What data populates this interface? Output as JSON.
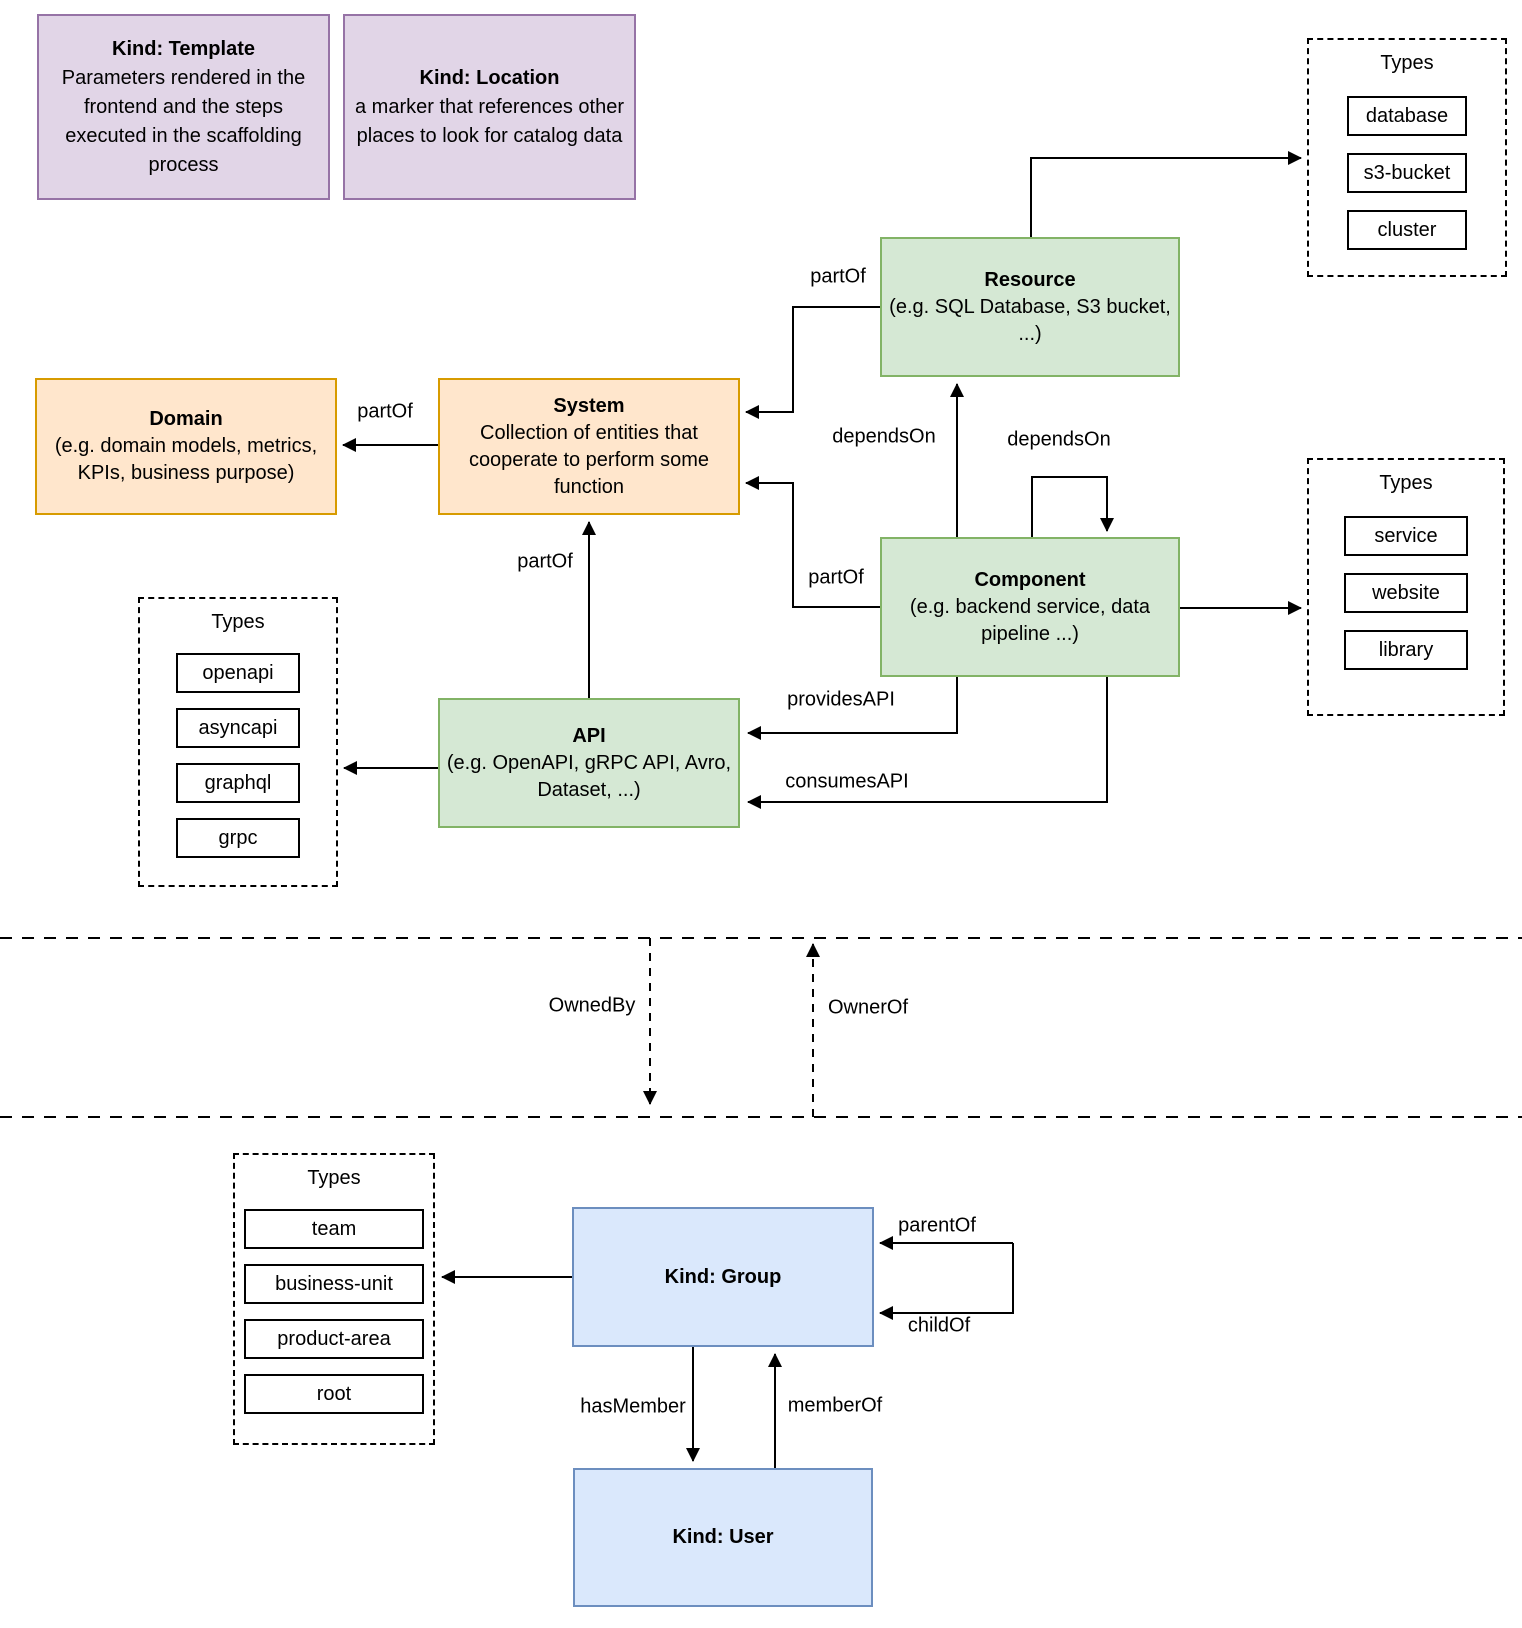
{
  "colors": {
    "purple_fill": "#E1D5E7",
    "purple_stroke": "#9673A6",
    "orange_fill": "#FFE6CC",
    "orange_stroke": "#D79B00",
    "green_fill": "#D5E8D4",
    "green_stroke": "#82B366",
    "blue_fill": "#DAE8FC",
    "blue_stroke": "#6C8EBF",
    "line": "#000000"
  },
  "nodes": {
    "template": {
      "title": "Kind: Template",
      "desc": "Parameters rendered in the frontend and the steps executed in  the scaffolding process"
    },
    "location": {
      "title": "Kind: Location",
      "desc": "a marker that references other places to look for catalog data"
    },
    "resource": {
      "title": "Resource",
      "desc": "(e.g. SQL Database, S3 bucket, ...)"
    },
    "domain": {
      "title": "Domain",
      "desc": "(e.g.  domain models, metrics, KPIs, business purpose)"
    },
    "system": {
      "title": "System",
      "desc": "Collection of entities that cooperate to perform some function"
    },
    "component": {
      "title": "Component",
      "desc": "(e.g. backend service, data pipeline ...)"
    },
    "api": {
      "title": "API",
      "desc": "(e.g. OpenAPI, gRPC API, Avro, Dataset, ...)"
    },
    "group": {
      "title": "Kind: Group"
    },
    "user": {
      "title": "Kind: User"
    }
  },
  "panels": {
    "resource_types": {
      "title": "Types",
      "items": [
        "database",
        "s3-bucket",
        "cluster"
      ]
    },
    "component_types": {
      "title": "Types",
      "items": [
        "service",
        "website",
        "library"
      ]
    },
    "api_types": {
      "title": "Types",
      "items": [
        "openapi",
        "asyncapi",
        "graphql",
        "grpc"
      ]
    },
    "group_types": {
      "title": "Types",
      "items": [
        "team",
        "business-unit",
        "product-area",
        "root"
      ]
    }
  },
  "labels": {
    "partof_resource_system": "partOf",
    "partof_system_domain": "partOf",
    "partof_api_system": "partOf",
    "partof_component_system": "partOf",
    "dependson_resource": "dependsOn",
    "dependson_self": "dependsOn",
    "provides_api": "providesAPI",
    "consumes_api": "consumesAPI",
    "owned_by": "OwnedBy",
    "owner_of": "OwnerOf",
    "parent_of": "parentOf",
    "child_of": "childOf",
    "has_member": "hasMember",
    "member_of": "memberOf"
  }
}
